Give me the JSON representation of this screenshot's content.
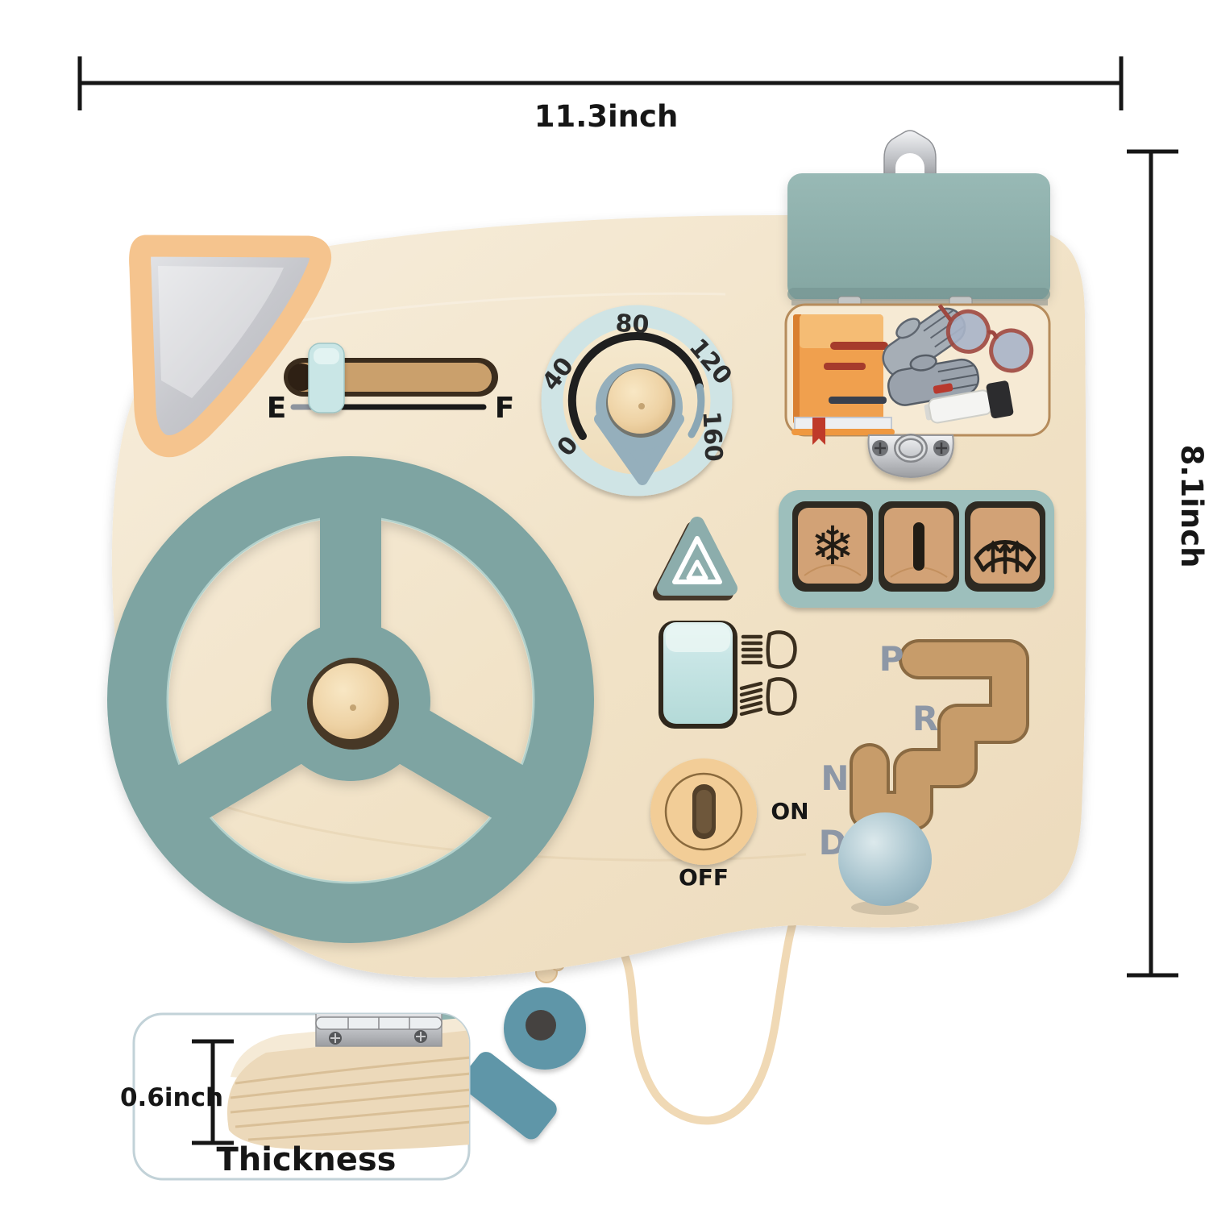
{
  "annotations": {
    "width_label": "11.3inch",
    "height_label": "8.1inch",
    "thickness_value": "0.6inch",
    "thickness_label": "Thickness"
  },
  "board": {
    "fuel": {
      "empty": "E",
      "full": "F"
    },
    "speedometer": {
      "ticks": [
        "0",
        "40",
        "80",
        "120",
        "160"
      ]
    },
    "ignition": {
      "on": "ON",
      "off": "OFF"
    },
    "gear": {
      "labels": [
        "P",
        "R",
        "N",
        "D"
      ]
    },
    "buttons": [
      "snowflake",
      "power-bar",
      "defrost"
    ],
    "other_icons": [
      "hazard-triangle",
      "high-beam",
      "low-beam",
      "rear-mirror",
      "glovebox-lid",
      "metal-latch",
      "metal-hanger",
      "key-tag",
      "pull-string"
    ]
  },
  "colors": {
    "wood_light": "#f7eedd",
    "wood_dark": "#ecdabc",
    "wheel_teal": "#7ea4a2",
    "lid_teal": "#8fb2ae",
    "panel_teal": "#9dbfbc",
    "light_blue": "#c9e6e6",
    "accent_orange": "#f5c48e",
    "ignition_tan": "#f2cd97",
    "ball_blue": "#a7c3cd",
    "key_teal": "#5e96a8",
    "string_cream": "#f0d9b5",
    "ink": "#161616",
    "letter_gray": "#8d97a6",
    "button_wood": "#d2a276",
    "recess_dark": "#3a2c1d",
    "maze_wood": "#c79c6a"
  }
}
